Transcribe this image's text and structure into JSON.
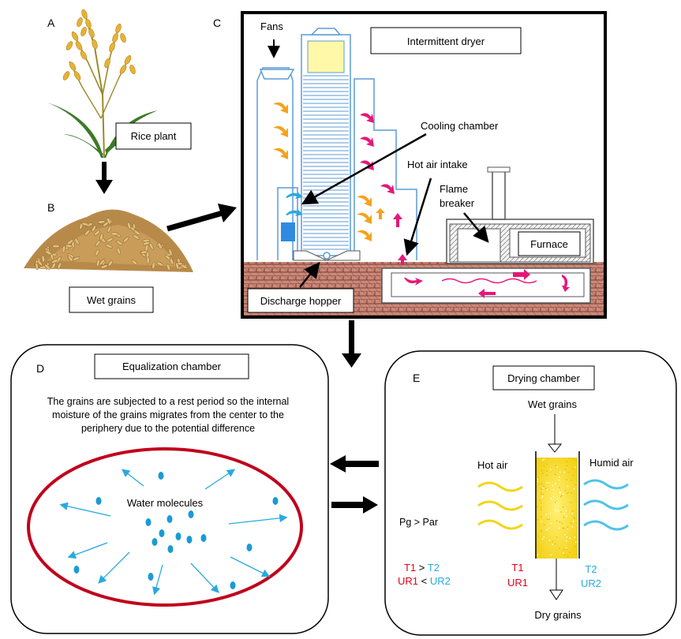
{
  "panels": {
    "a": {
      "letter": "A",
      "label": "Rice plant"
    },
    "b": {
      "letter": "B",
      "label": "Wet grains"
    },
    "c": {
      "letter": "C",
      "title": "Intermittent dryer",
      "fans": "Fans",
      "cooling_chamber": "Cooling chamber",
      "hot_air_intake": "Hot air intake",
      "flame_breaker_1": "Flame",
      "flame_breaker_2": "breaker",
      "furnace": "Furnace",
      "discharge_hopper": "Discharge hopper"
    },
    "d": {
      "letter": "D",
      "title": "Equalization chamber",
      "desc_line1": "The grains are subjected to a rest period so the internal",
      "desc_line2": "moisture of the grains migrates from the center to the",
      "desc_line3": "periphery due to the potential difference",
      "water_molecules": "Water molecules"
    },
    "e": {
      "letter": "E",
      "title": "Drying chamber",
      "wet_grains": "Wet grains",
      "hot_air": "Hot air",
      "humid_air": "Humid air",
      "dry_grains": "Dry grains",
      "pressure": "Pg > Par",
      "t1a": "T1",
      "gt": " > ",
      "t2a": "T2",
      "ur1a": "UR1",
      "lt": " < ",
      "ur2a": "UR2",
      "t1b": "T1",
      "ur1b": "UR1",
      "t2b": "T2",
      "ur2b": "UR2"
    }
  },
  "colors": {
    "red": "#e3001b",
    "cyan": "#29a9e0",
    "yellow": "#f2d51a",
    "dryer_blue": "#5b9bd5",
    "orange": "#f5a21b",
    "magenta": "#e6177a",
    "ellipse": "#c0001c"
  }
}
